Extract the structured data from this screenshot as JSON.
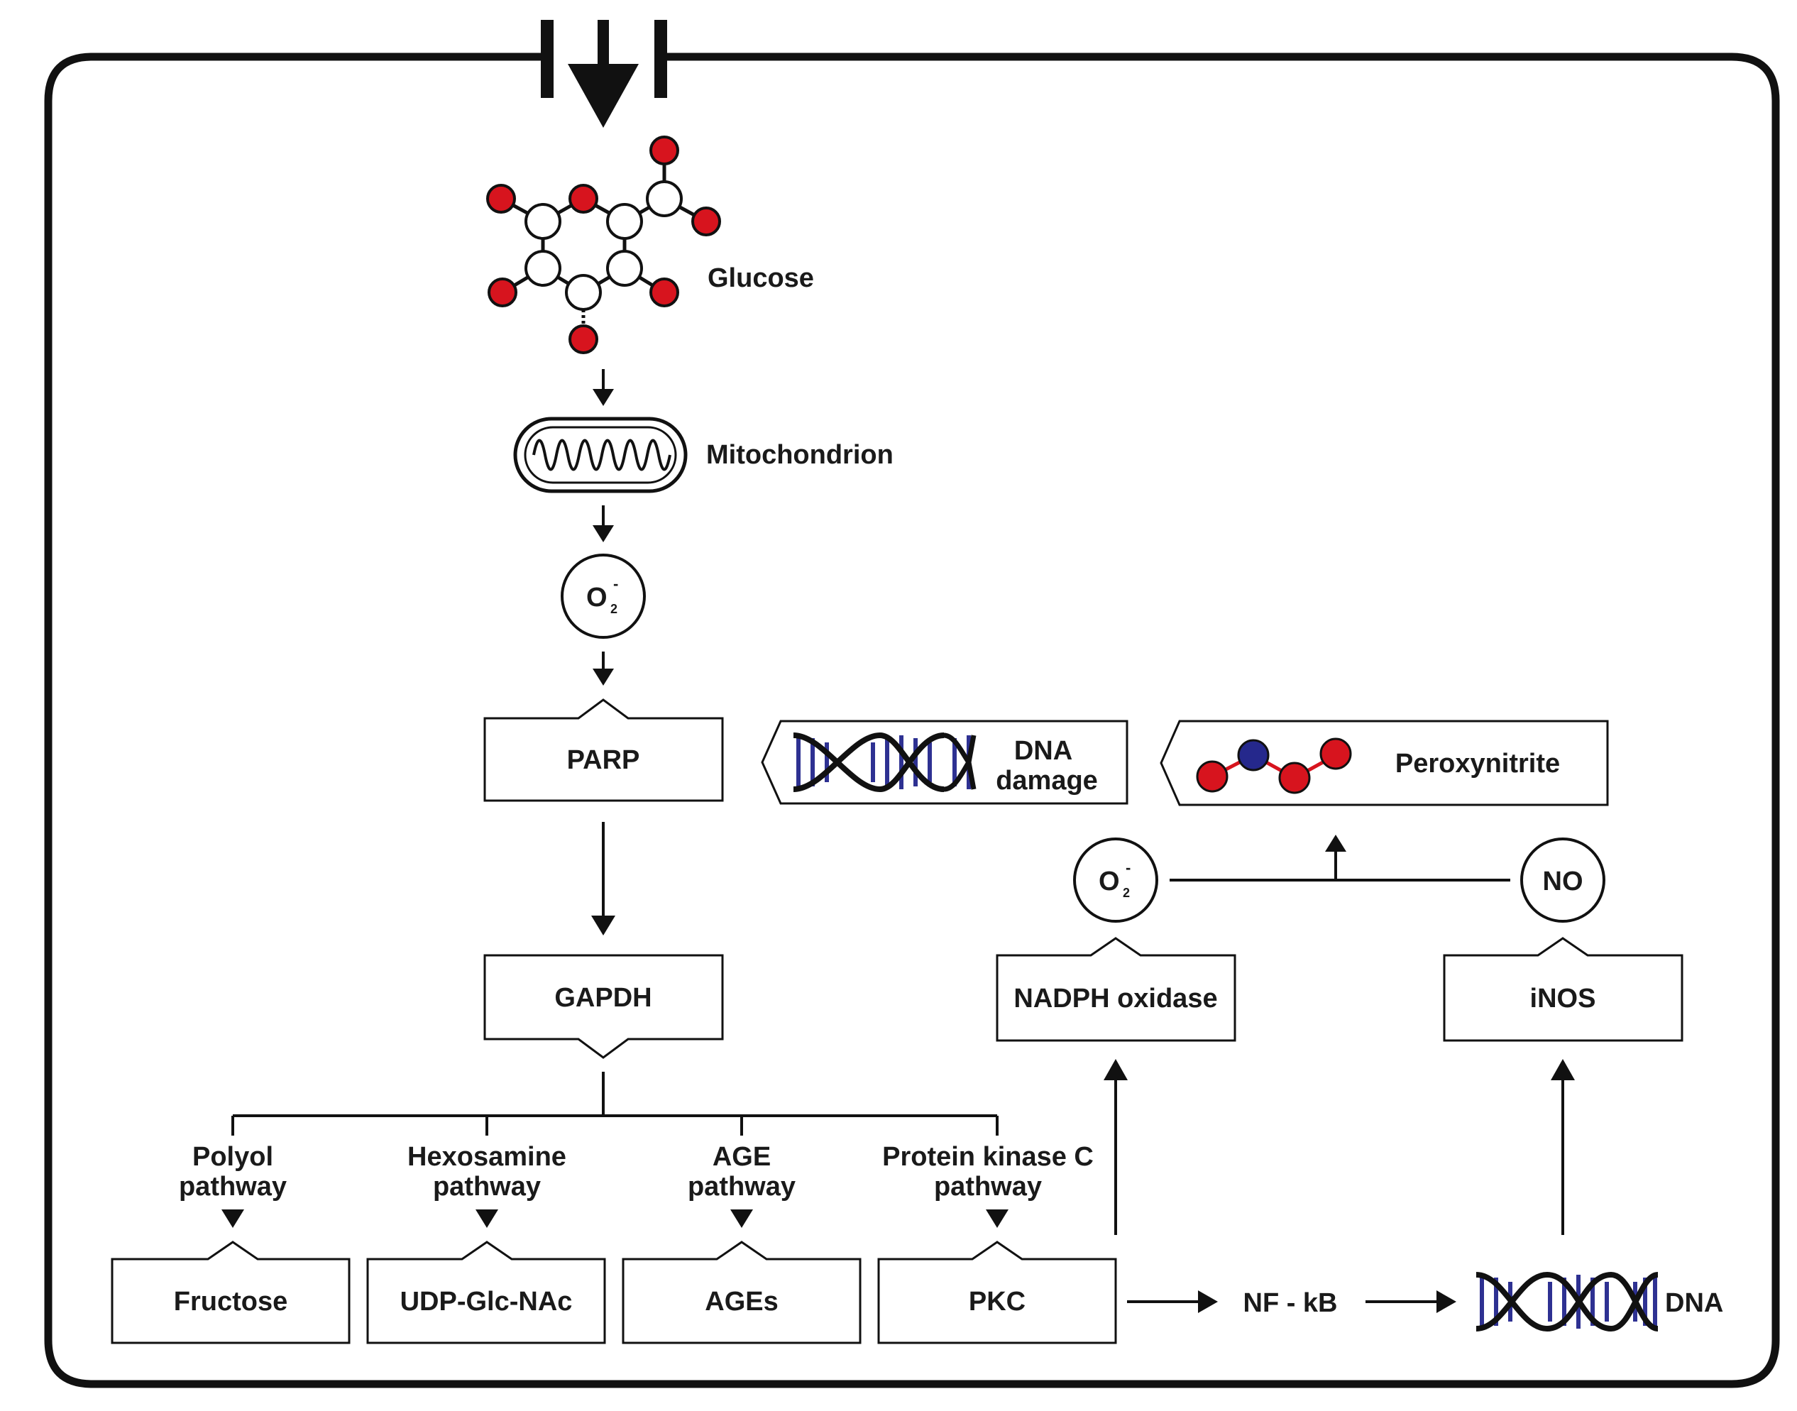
{
  "labels": {
    "glucose": "Glucose",
    "mitochondrion": "Mitochondrion",
    "o2_base": "O",
    "o2_sub": "2",
    "o2_sup": "-",
    "no": "NO",
    "nf_kb": "NF - kB",
    "dna": "DNA"
  },
  "boxes": {
    "parp": "PARP",
    "gapdh": "GAPDH",
    "nadph_oxidase": "NADPH oxidase",
    "inos": "iNOS",
    "fructose": "Fructose",
    "udp_glc_nac": "UDP-Glc-NAc",
    "ages": "AGEs",
    "pkc": "PKC",
    "dna_damage_1": "DNA",
    "dna_damage_2": "damage",
    "peroxynitrite": "Peroxynitrite"
  },
  "pathways": {
    "polyol_1": "Polyol",
    "polyol_2": "pathway",
    "hexosamine_1": "Hexosamine",
    "hexosamine_2": "pathway",
    "age_1": "AGE",
    "age_2": "pathway",
    "pkc_1": "Protein kinase C",
    "pkc_2": "pathway"
  },
  "colors": {
    "oxygen_atom": "#d7141e",
    "nitrogen_atom": "#25288c",
    "dna_strand": "#2e3192",
    "line": "#111111"
  }
}
